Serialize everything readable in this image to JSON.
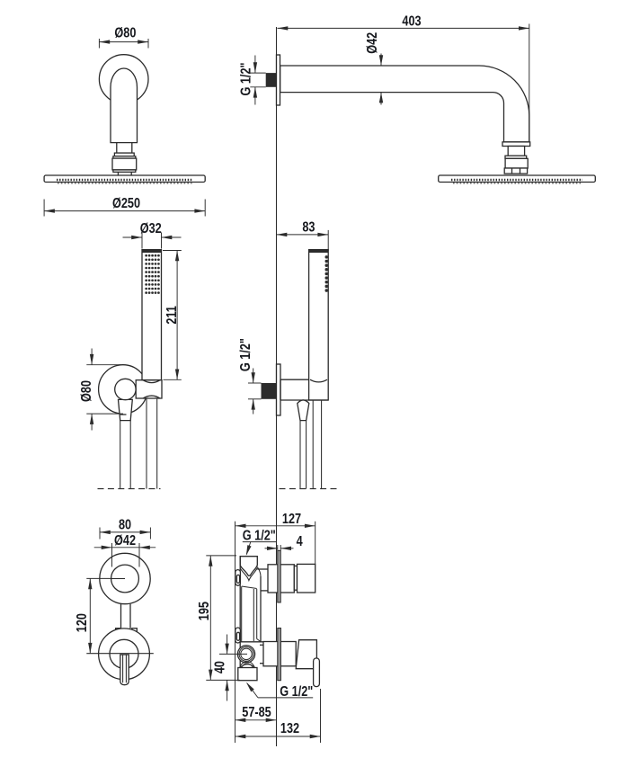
{
  "drawing": {
    "type": "technical-installation-drawing",
    "subject": "concealed shower set with head shower, hand shower and mixer valve",
    "units": "mm"
  },
  "colors": {
    "background": "#ffffff",
    "line": "#2b2b2b",
    "text": "#16181d",
    "plate_fill": "#9d9d9d"
  },
  "labels": {
    "arm_flange_diameter": "Ø80",
    "head_diameter": "Ø250",
    "arm_reach": "403",
    "arm_diameter": "Ø42",
    "arm_thread": "G 1/2\"",
    "hand_shower_diameter": "Ø32",
    "hand_shower_length": "211",
    "holder_flange_diameter": "Ø80",
    "hand_shower_offset": "83",
    "holder_thread": "G 1/2\"",
    "mixer_flange_width": "80",
    "mixer_hub_diameter": "Ø42",
    "mixer_axis_spacing": "120",
    "valve_total_depth": "127",
    "valve_top_thread": "G 1/2\"",
    "plate_thickness": "4",
    "valve_height": "195",
    "valve_outlet_offset": "40",
    "valve_bottom_thread": "G 1/2\"",
    "installation_depth_range": "57-85",
    "valve_depth_with_lever": "132"
  }
}
